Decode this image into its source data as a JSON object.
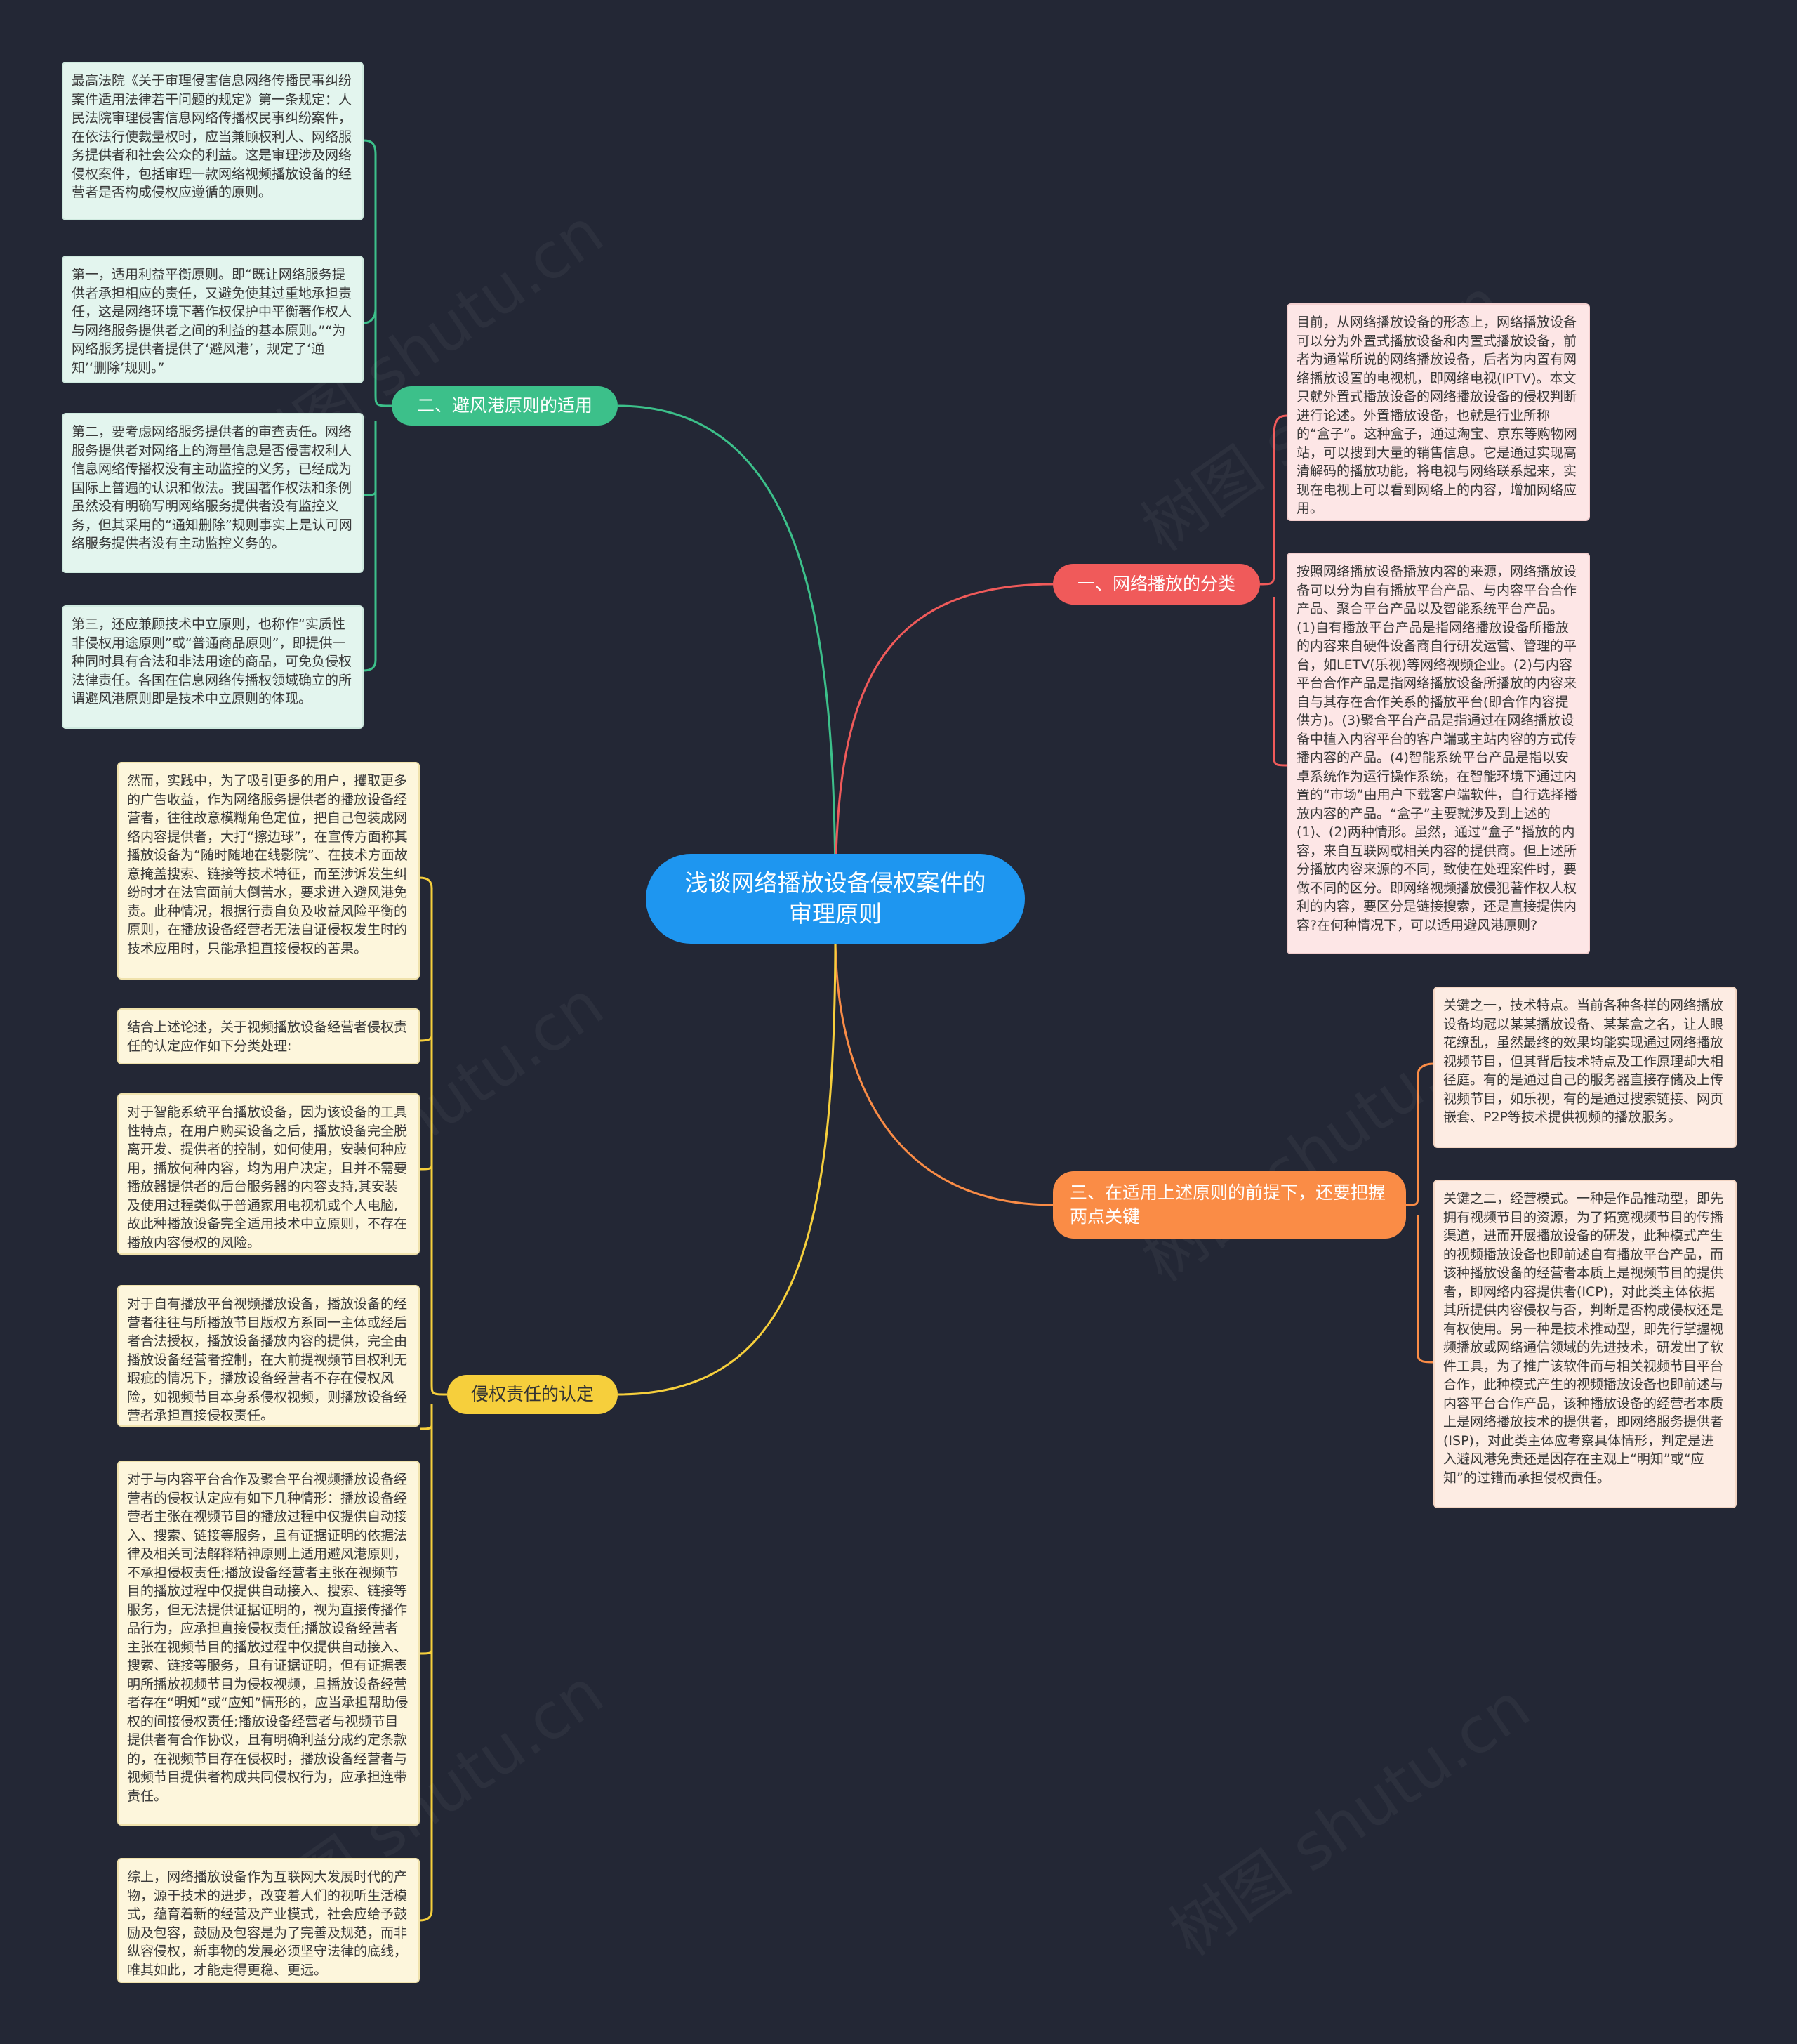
{
  "root": {
    "title": "浅谈网络播放设备侵权案件的审理原则"
  },
  "colors": {
    "background": "#232735",
    "root": "#1e96f0",
    "branch_green": "#3cc08a",
    "branch_red": "#f05a5a",
    "branch_orange": "#fa8c46",
    "branch_yellow": "#f6cf3c"
  },
  "branches": {
    "safe_harbor": {
      "label": "二、避风港原则的适用",
      "notes": [
        "最高法院《关于审理侵害信息网络传播民事纠纷案件适用法律若干问题的规定》第一条规定：人民法院审理侵害信息网络传播权民事纠纷案件，在依法行使裁量权时，应当兼顾权利人、网络服务提供者和社会公众的利益。这是审理涉及网络侵权案件，包括审理一款网络视频播放设备的经营者是否构成侵权应遵循的原则。",
        "第一，适用利益平衡原则。即“既让网络服务提供者承担相应的责任，又避免使其过重地承担责任，这是网络环境下著作权保护中平衡著作权人与网络服务提供者之间的利益的基本原则。”“为网络服务提供者提供了‘避风港’，规定了‘通知’‘删除’规则。”",
        "第二，要考虑网络服务提供者的审查责任。网络服务提供者对网络上的海量信息是否侵害权利人信息网络传播权没有主动监控的义务，已经成为国际上普遍的认识和做法。我国著作权法和条例虽然没有明确写明网络服务提供者没有监控义务，但其采用的“通知删除”规则事实上是认可网络服务提供者没有主动监控义务的。",
        "第三，还应兼顾技术中立原则，也称作“实质性非侵权用途原则”或“普通商品原则”，即提供一种同时具有合法和非法用途的商品，可免负侵权法律责任。各国在信息网络传播权领域确立的所谓避风港原则即是技术中立原则的体现。"
      ]
    },
    "classification": {
      "label": "一、网络播放的分类",
      "notes": [
        "目前，从网络播放设备的形态上，网络播放设备可以分为外置式播放设备和内置式播放设备，前者为通常所说的网络播放设备，后者为内置有网络播放设置的电视机，即网络电视(IPTV)。本文只就外置式播放设备的网络播放设备的侵权判断进行论述。外置播放设备，也就是行业所称的“盒子”。这种盒子，通过淘宝、京东等购物网站，可以搜到大量的销售信息。它是通过实现高清解码的播放功能，将电视与网络联系起来，实现在电视上可以看到网络上的内容，增加网络应用。",
        "按照网络播放设备播放内容的来源，网络播放设备可以分为自有播放平台产品、与内容平台合作产品、聚合平台产品以及智能系统平台产品。(1)自有播放平台产品是指网络播放设备所播放的内容来自硬件设备商自行研发运营、管理的平台，如LETV(乐视)等网络视频企业。(2)与内容平台合作产品是指网络播放设备所播放的内容来自与其存在合作关系的播放平台(即合作内容提供方)。(3)聚合平台产品是指通过在网络播放设备中植入内容平台的客户端或主站内容的方式传播内容的产品。(4)智能系统平台产品是指以安卓系统作为运行操作系统，在智能环境下通过内置的“市场”由用户下载客户端软件，自行选择播放内容的产品。“盒子”主要就涉及到上述的(1)、(2)两种情形。虽然，通过“盒子”播放的内容，来自互联网或相关内容的提供商。但上述所分播放内容来源的不同，致使在处理案件时，要做不同的区分。即网络视频播放侵犯著作权人权利的内容，要区分是链接搜索，还是直接提供内容?在何种情况下，可以适用避风港原则?"
      ]
    },
    "keys": {
      "label": "三、在适用上述原则的前提下，还要把握两点关键",
      "notes": [
        "关键之一，技术特点。当前各种各样的网络播放设备均冠以某某播放设备、某某盒之名，让人眼花缭乱，虽然最终的效果均能实现通过网络播放视频节目，但其背后技术特点及工作原理却大相径庭。有的是通过自己的服务器直接存储及上传视频节目，如乐视，有的是通过搜索链接、网页嵌套、P2P等技术提供视频的播放服务。",
        "关键之二，经营模式。一种是作品推动型，即先拥有视频节目的资源，为了拓宽视频节目的传播渠道，进而开展播放设备的研发，此种模式产生的视频播放设备也即前述自有播放平台产品，而该种播放设备的经营者本质上是视频节目的提供者，即网络内容提供者(ICP)，对此类主体依据其所提供内容侵权与否，判断是否构成侵权还是有权使用。另一种是技术推动型，即先行掌握视频播放或网络通信领域的先进技术，研发出了软件工具，为了推广该软件而与相关视频节目平台合作，此种模式产生的视频播放设备也即前述与内容平台合作产品，该种播放设备的经营者本质上是网络播放技术的提供者，即网络服务提供者(ISP)，对此类主体应考察具体情形，判定是进入避风港免责还是因存在主观上“明知”或“应知”的过错而承担侵权责任。"
      ]
    },
    "liability": {
      "label": "侵权责任的认定",
      "notes": [
        "然而，实践中，为了吸引更多的用户，攫取更多的广告收益，作为网络服务提供者的播放设备经营者，往往故意模糊角色定位，把自己包装成网络内容提供者，大打“擦边球”，在宣传方面称其播放设备为“随时随地在线影院”、在技术方面故意掩盖搜索、链接等技术特征，而至涉诉发生纠纷时才在法官面前大倒苦水，要求进入避风港免责。此种情况，根据行责自负及收益风险平衡的原则，在播放设备经营者无法自证侵权发生时的技术应用时，只能承担直接侵权的苦果。",
        "结合上述论述，关于视频播放设备经营者侵权责任的认定应作如下分类处理:",
        "对于智能系统平台播放设备，因为该设备的工具性特点，在用户购买设备之后，播放设备完全脱离开发、提供者的控制，如何使用，安装何种应用，播放何种内容，均为用户决定，且并不需要播放器提供者的后台服务器的内容支持,其安装及使用过程类似于普通家用电视机或个人电脑,故此种播放设备完全适用技术中立原则，不存在播放内容侵权的风险。",
        "对于自有播放平台视频播放设备，播放设备的经营者往往与所播放节目版权方系同一主体或经后者合法授权，播放设备播放内容的提供，完全由播放设备经营者控制，在大前提视频节目权利无瑕疵的情况下，播放设备经营者不存在侵权风险，如视频节目本身系侵权视频，则播放设备经营者承担直接侵权责任。",
        "对于与内容平台合作及聚合平台视频播放设备经营者的侵权认定应有如下几种情形：播放设备经营者主张在视频节目的播放过程中仅提供自动接入、搜索、链接等服务，且有证据证明的依据法律及相关司法解释精神原则上适用避风港原则，不承担侵权责任;播放设备经营者主张在视频节目的播放过程中仅提供自动接入、搜索、链接等服务，但无法提供证据证明的，视为直接传播作品行为，应承担直接侵权责任;播放设备经营者主张在视频节目的播放过程中仅提供自动接入、搜索、链接等服务，且有证据证明，但有证据表明所播放视频节目为侵权视频，且播放设备经营者存在“明知”或“应知”情形的，应当承担帮助侵权的间接侵权责任;播放设备经营者与视频节目提供者有合作协议，且有明确利益分成约定条款的，在视频节目存在侵权时，播放设备经营者与视频节目提供者构成共同侵权行为，应承担连带责任。",
        "综上，网络播放设备作为互联网大发展时代的产物，源于技术的进步，改变着人们的视听生活模式，蕴育着新的经营及产业模式，社会应给予鼓励及包容，鼓励及包容是为了完善及规范，而非纵容侵权，新事物的发展必须坚守法律的底线，唯其如此，才能走得更稳、更远。"
      ]
    }
  }
}
